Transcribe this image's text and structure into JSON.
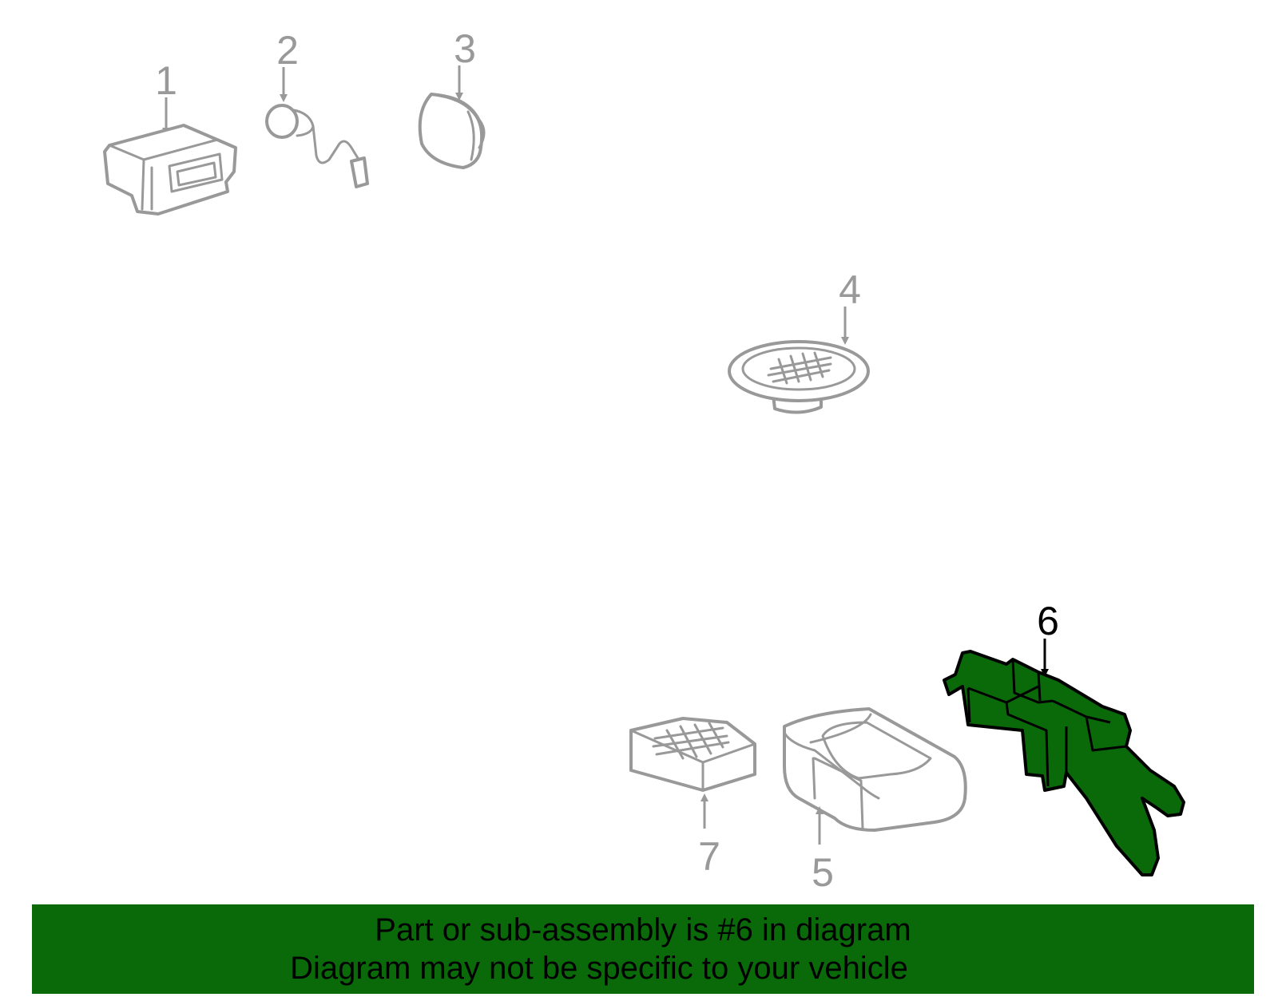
{
  "callouts": {
    "c1": "1",
    "c2": "2",
    "c3": "3",
    "c4": "4",
    "c5": "5",
    "c6": "6",
    "c7": "7"
  },
  "highlighted_part": "6",
  "colors": {
    "highlight": "#0a6a0a",
    "part_outline": "#999999",
    "active_outline": "#000000"
  },
  "banner": {
    "line1": "Part or sub-assembly is #6 in diagram",
    "line2": "Diagram may not be specific to your vehicle"
  }
}
